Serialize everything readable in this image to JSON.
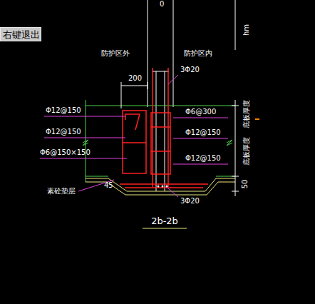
{
  "diagram": {
    "caption": "2b-2b",
    "nodes": [
      {
        "text": [
          "右键退出"
        ]
      }
    ],
    "labels": [
      "0",
      "hm",
      "防护区外",
      "防护区内",
      "200",
      "3Φ20",
      "Φ12@150",
      "Φ6@300",
      "底板厚度",
      "Φ12@150",
      "Φ12@150",
      "Φ6@150×150",
      "底板厚度",
      "Φ12@150",
      "素砼垫层",
      "45",
      "50",
      "3Φ20"
    ]
  }
}
